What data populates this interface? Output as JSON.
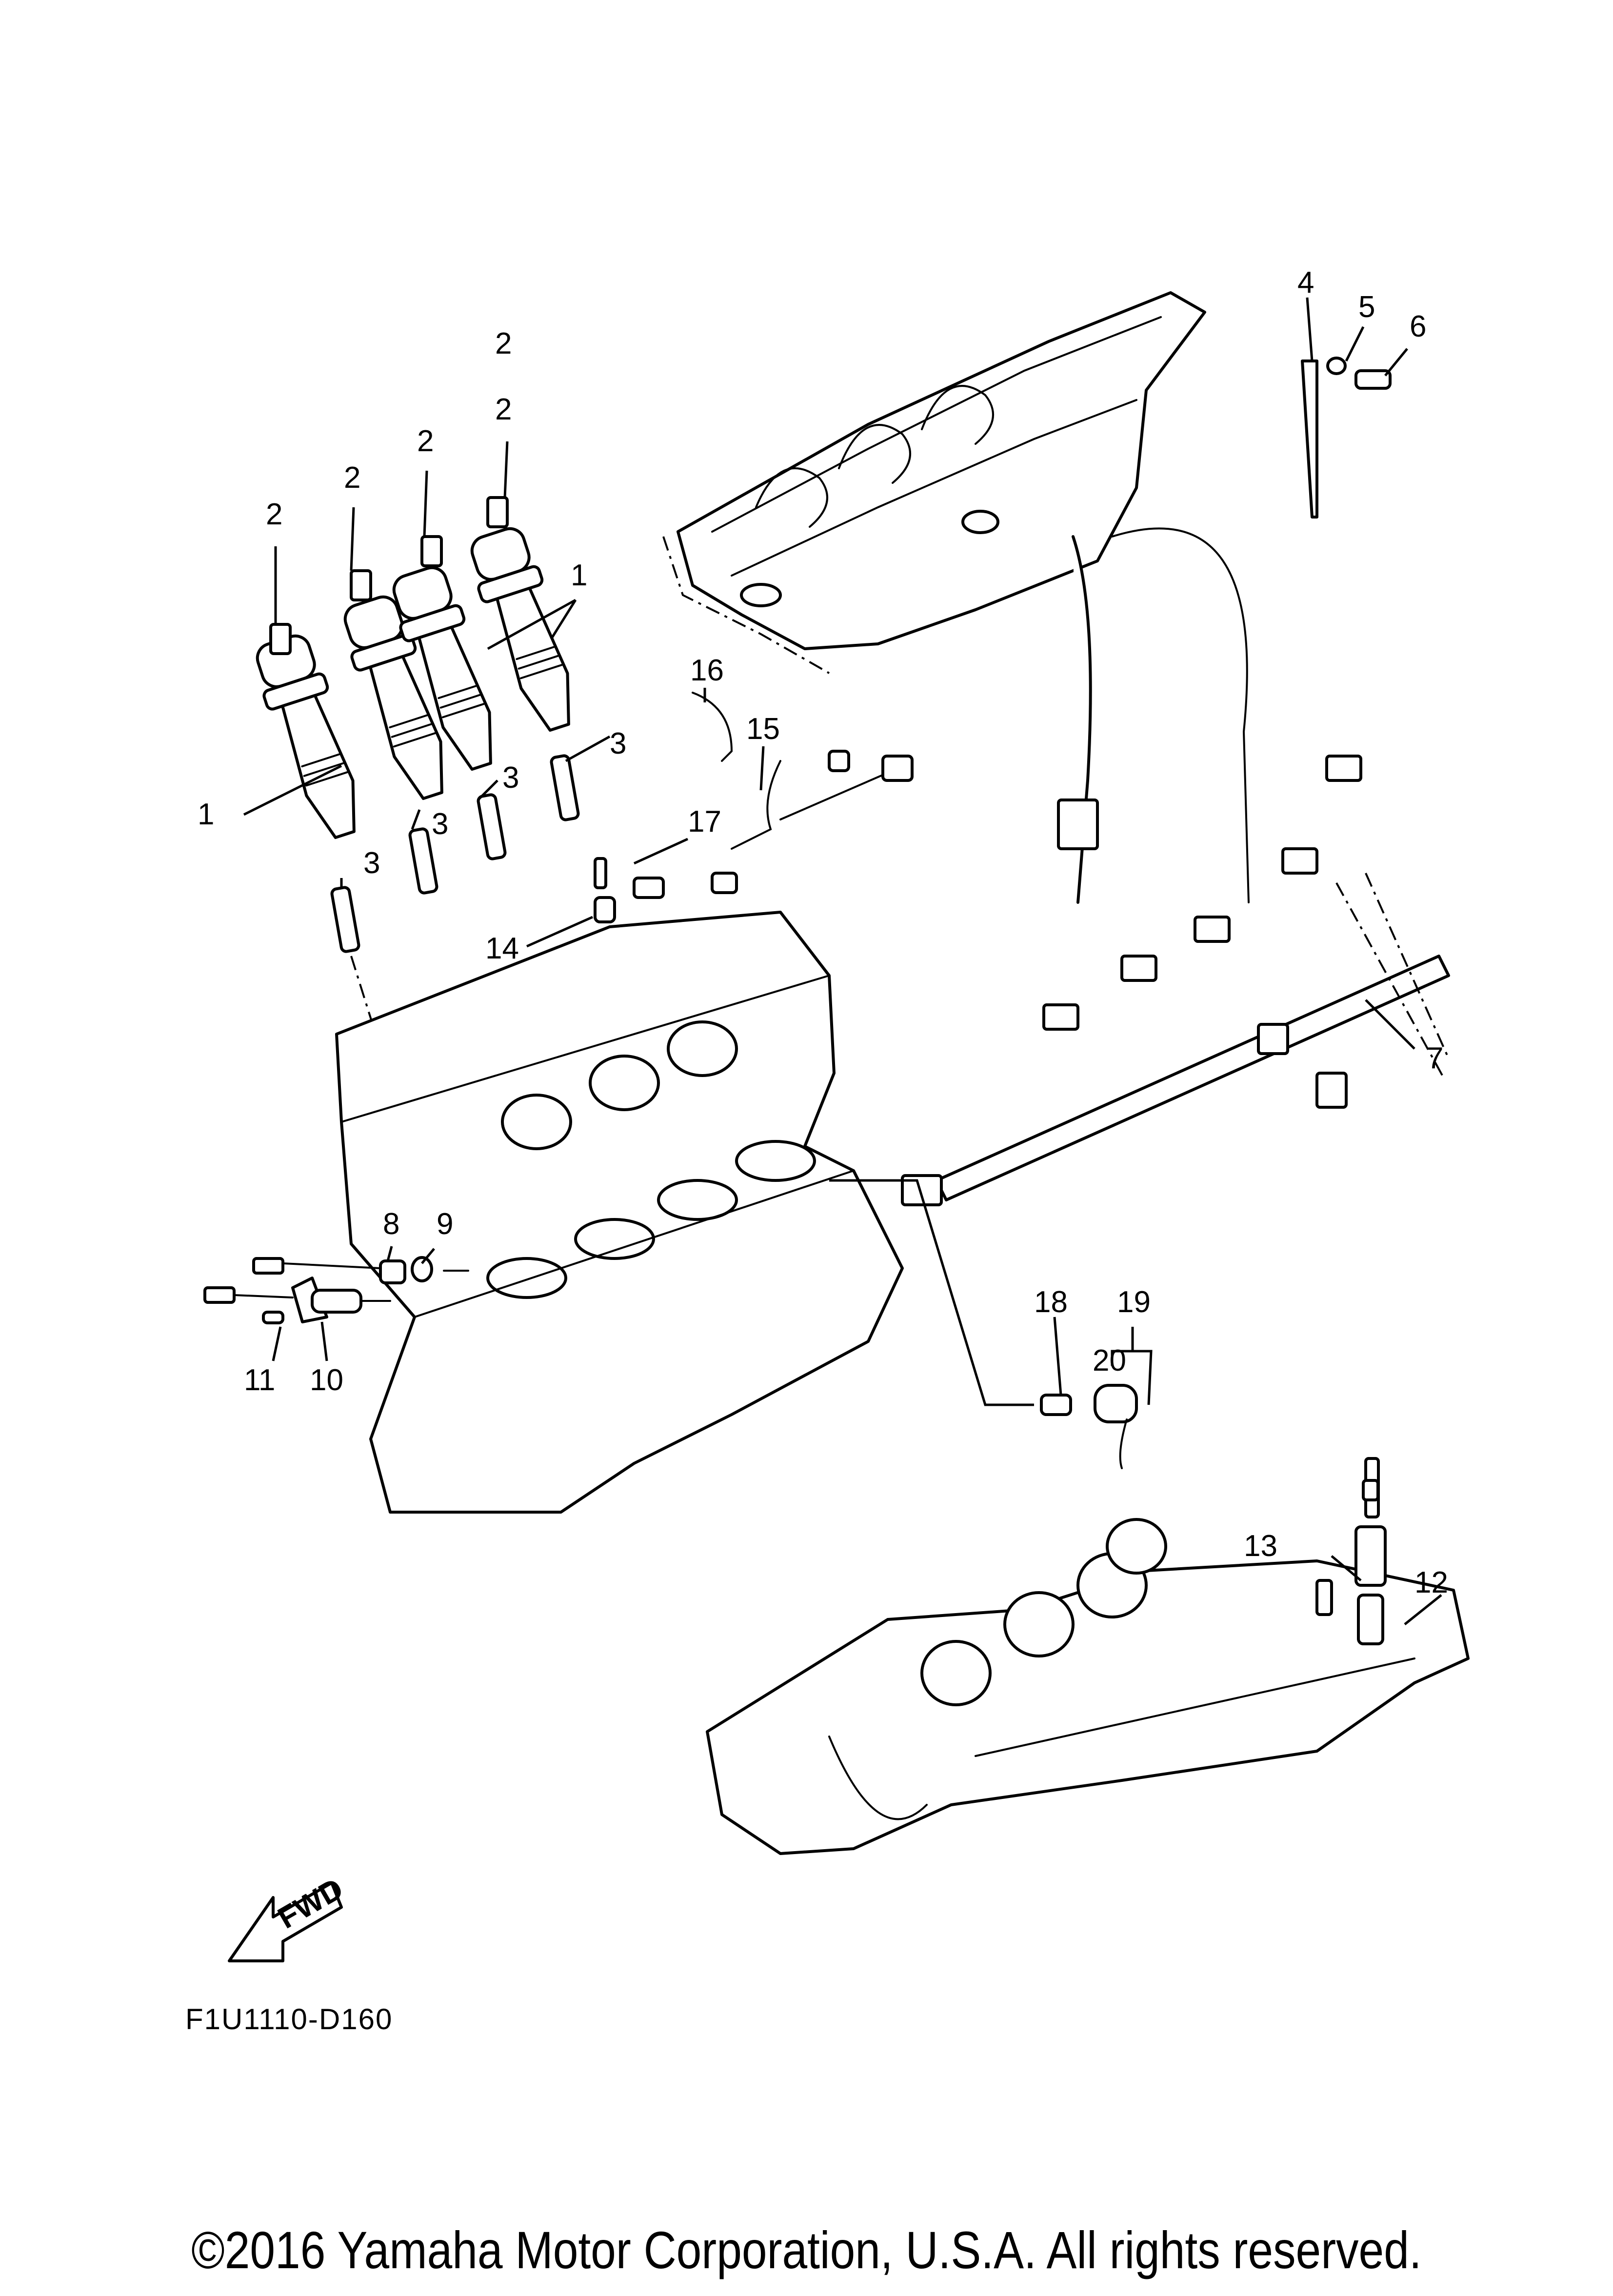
{
  "diagram": {
    "figure_code": "F1U1110-D160",
    "copyright": "©2016 Yamaha Motor Corporation, U.S.A. All rights reserved.",
    "fwd_label": "FWD",
    "line_color": "#000000",
    "background": "#ffffff",
    "callouts": {
      "c1a": "1",
      "c1b": "1",
      "c2a": "2",
      "c2b": "2",
      "c2c": "2",
      "c2d": "2",
      "c2e": "2",
      "c3a": "3",
      "c3b": "3",
      "c3c": "3",
      "c3d": "3",
      "c3e": "3",
      "c4": "4",
      "c5": "5",
      "c6": "6",
      "c7": "7",
      "c8": "8",
      "c9": "9",
      "c10": "10",
      "c11": "11",
      "c12": "12",
      "c13": "13",
      "c14": "14",
      "c15": "15",
      "c16": "16",
      "c17": "17",
      "c18": "18",
      "c19": "19",
      "c20": "20"
    }
  }
}
